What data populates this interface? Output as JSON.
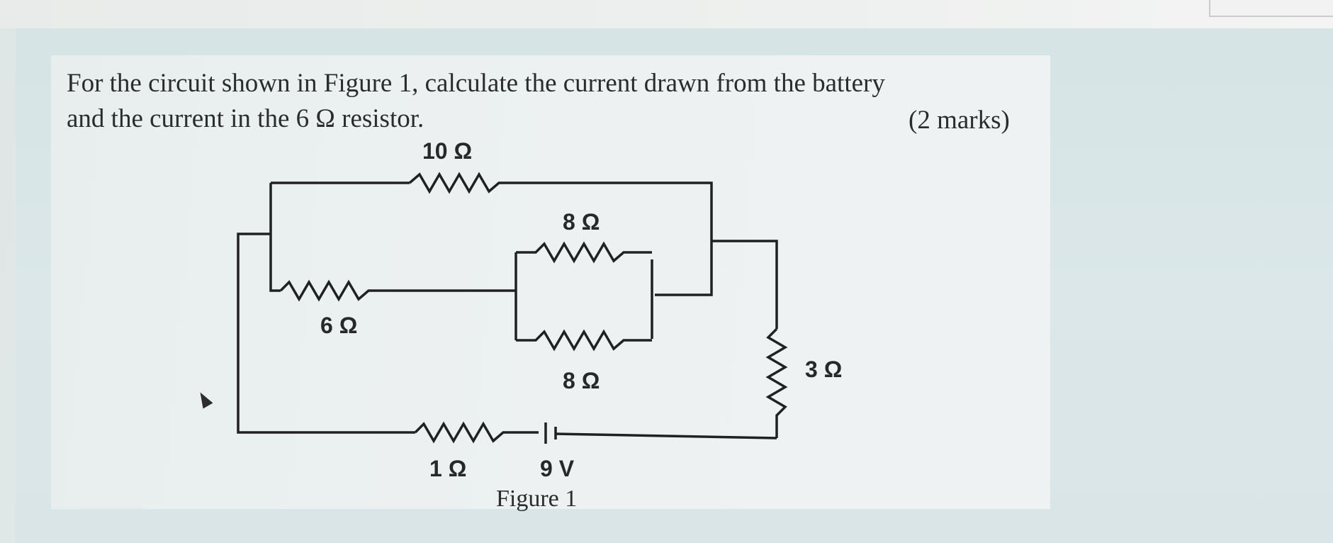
{
  "question": {
    "line1": "For the circuit shown in Figure 1, calculate the current drawn from the battery",
    "line2": "and the current in the 6 Ω resistor.",
    "marks": "(2 marks)"
  },
  "figure": {
    "caption": "Figure 1",
    "labels": {
      "r10": "10 Ω",
      "r8_top": "8 Ω",
      "r8_bottom": "8 Ω",
      "r6": "6 Ω",
      "r3": "3 Ω",
      "r1": "1 Ω",
      "battery": "9 V"
    }
  }
}
